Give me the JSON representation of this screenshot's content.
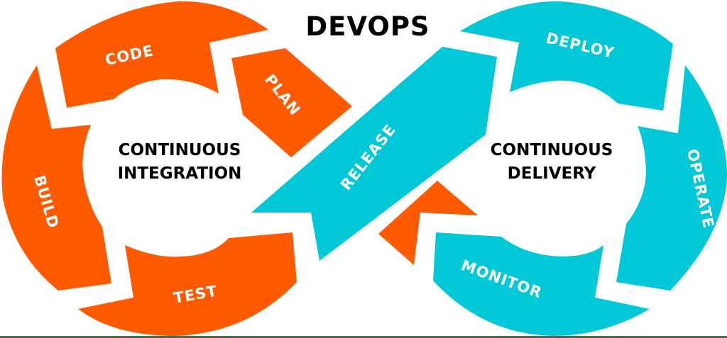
{
  "title": "DEVOPS",
  "colors": {
    "integration": "#ff5a00",
    "delivery": "#00c8d7",
    "background": "#ffffff",
    "text_dark": "#000000",
    "text_light": "#ffffff",
    "bottom_strip": "#4a6b4f"
  },
  "integration_loop": {
    "center_label_line1": "CONTINUOUS",
    "center_label_line2": "INTEGRATION",
    "stages": [
      {
        "label": "CODE"
      },
      {
        "label": "PLAN"
      },
      {
        "label": "BUILD"
      },
      {
        "label": "TEST"
      }
    ]
  },
  "delivery_loop": {
    "center_label_line1": "CONTINUOUS",
    "center_label_line2": "DELIVERY",
    "stages": [
      {
        "label": "DEPLOY"
      },
      {
        "label": "OPERATE"
      },
      {
        "label": "MONITOR"
      }
    ]
  },
  "bridge": {
    "label": "RELEASE"
  }
}
